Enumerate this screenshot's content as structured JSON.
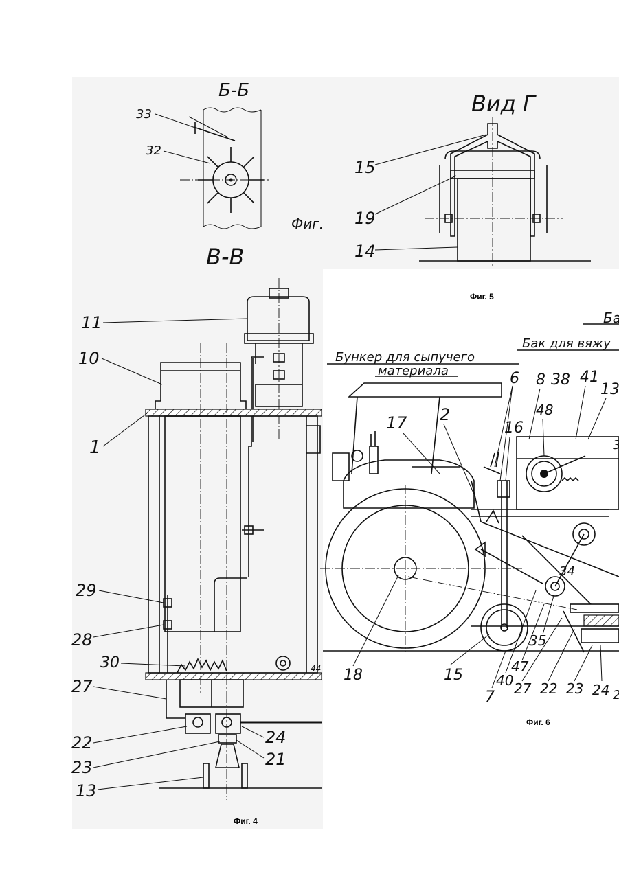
{
  "figures": {
    "section_bb": {
      "title": "Б-Б",
      "fig_fragment": "Фиг.",
      "labels": [
        "33",
        "32"
      ]
    },
    "fig5": {
      "title": "Вид Г",
      "caption": "Фиг. 5",
      "labels": [
        "15",
        "19",
        "14"
      ]
    },
    "fig4": {
      "title": "В-В",
      "caption": "Фиг. 4",
      "labels": [
        "11",
        "10",
        "1",
        "29",
        "28",
        "30",
        "27",
        "22",
        "24",
        "21",
        "23",
        "13",
        "44"
      ]
    },
    "fig6": {
      "caption": "Фиг. 6",
      "note_hopper_line1": "Бункер для сыпучего",
      "note_hopper_line2": "материала",
      "note_tank": "Бак для вяжу",
      "note_top": "Ба",
      "labels": [
        "6",
        "8",
        "38",
        "41",
        "13",
        "48",
        "17",
        "2",
        "16",
        "34",
        "35",
        "18",
        "15",
        "40",
        "47",
        "27",
        "22",
        "23",
        "24",
        "7",
        "3",
        "2"
      ]
    }
  },
  "colors": {
    "ink": "#111111",
    "paper": "#ffffff",
    "scan_bg": "#f4f4f4"
  }
}
